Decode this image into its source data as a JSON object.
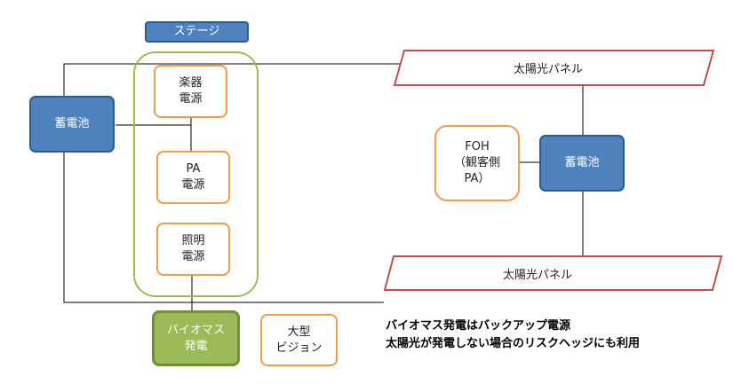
{
  "stage": {
    "title": "ステージ"
  },
  "boxes": {
    "instrument_power": "楽器\n電源",
    "pa_power": "PA\n電源",
    "lighting_power": "照明\n電源",
    "battery_left": "蓄電池",
    "battery_right": "蓄電池",
    "foh": "FOH\n（観客側\nPA）",
    "biomass": "バイオマス\n発電",
    "large_screen": "大型\nビジョン"
  },
  "panels": {
    "solar_top": "太陽光パネル",
    "solar_bottom": "太陽光パネル"
  },
  "note": {
    "line1": "バイオマス発電はバックアップ電源",
    "line2": "太陽光が発電しない場合のリスクヘッジにも利用"
  },
  "colors": {
    "orange_border": "#f39a4b",
    "blue_fill": "#4f81bd",
    "green_fill": "#9bbb59",
    "green_stage_border": "#9bbb59",
    "red_panel_border": "#c0504d"
  }
}
